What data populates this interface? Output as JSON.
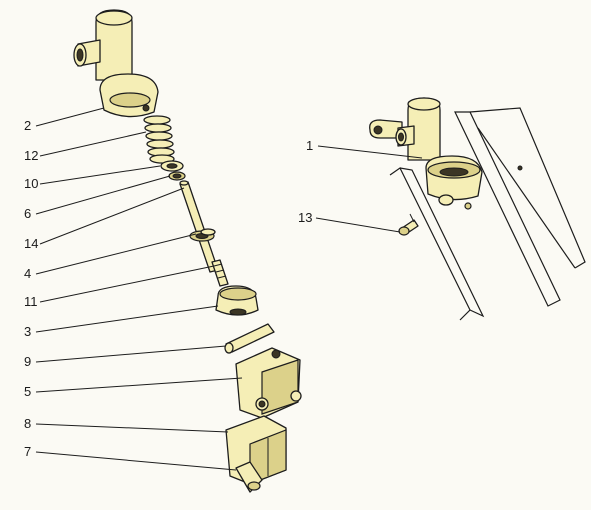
{
  "diagram": {
    "labels": [
      {
        "id": "label-2",
        "text": "2"
      },
      {
        "id": "label-12",
        "text": "12"
      },
      {
        "id": "label-10",
        "text": "10"
      },
      {
        "id": "label-6",
        "text": "6"
      },
      {
        "id": "label-14",
        "text": "14"
      },
      {
        "id": "label-4",
        "text": "4"
      },
      {
        "id": "label-11",
        "text": "11"
      },
      {
        "id": "label-3",
        "text": "3"
      },
      {
        "id": "label-9",
        "text": "9"
      },
      {
        "id": "label-5",
        "text": "5"
      },
      {
        "id": "label-8",
        "text": "8"
      },
      {
        "id": "label-7",
        "text": "7"
      },
      {
        "id": "label-1",
        "text": "1"
      },
      {
        "id": "label-13",
        "text": "13"
      }
    ]
  }
}
